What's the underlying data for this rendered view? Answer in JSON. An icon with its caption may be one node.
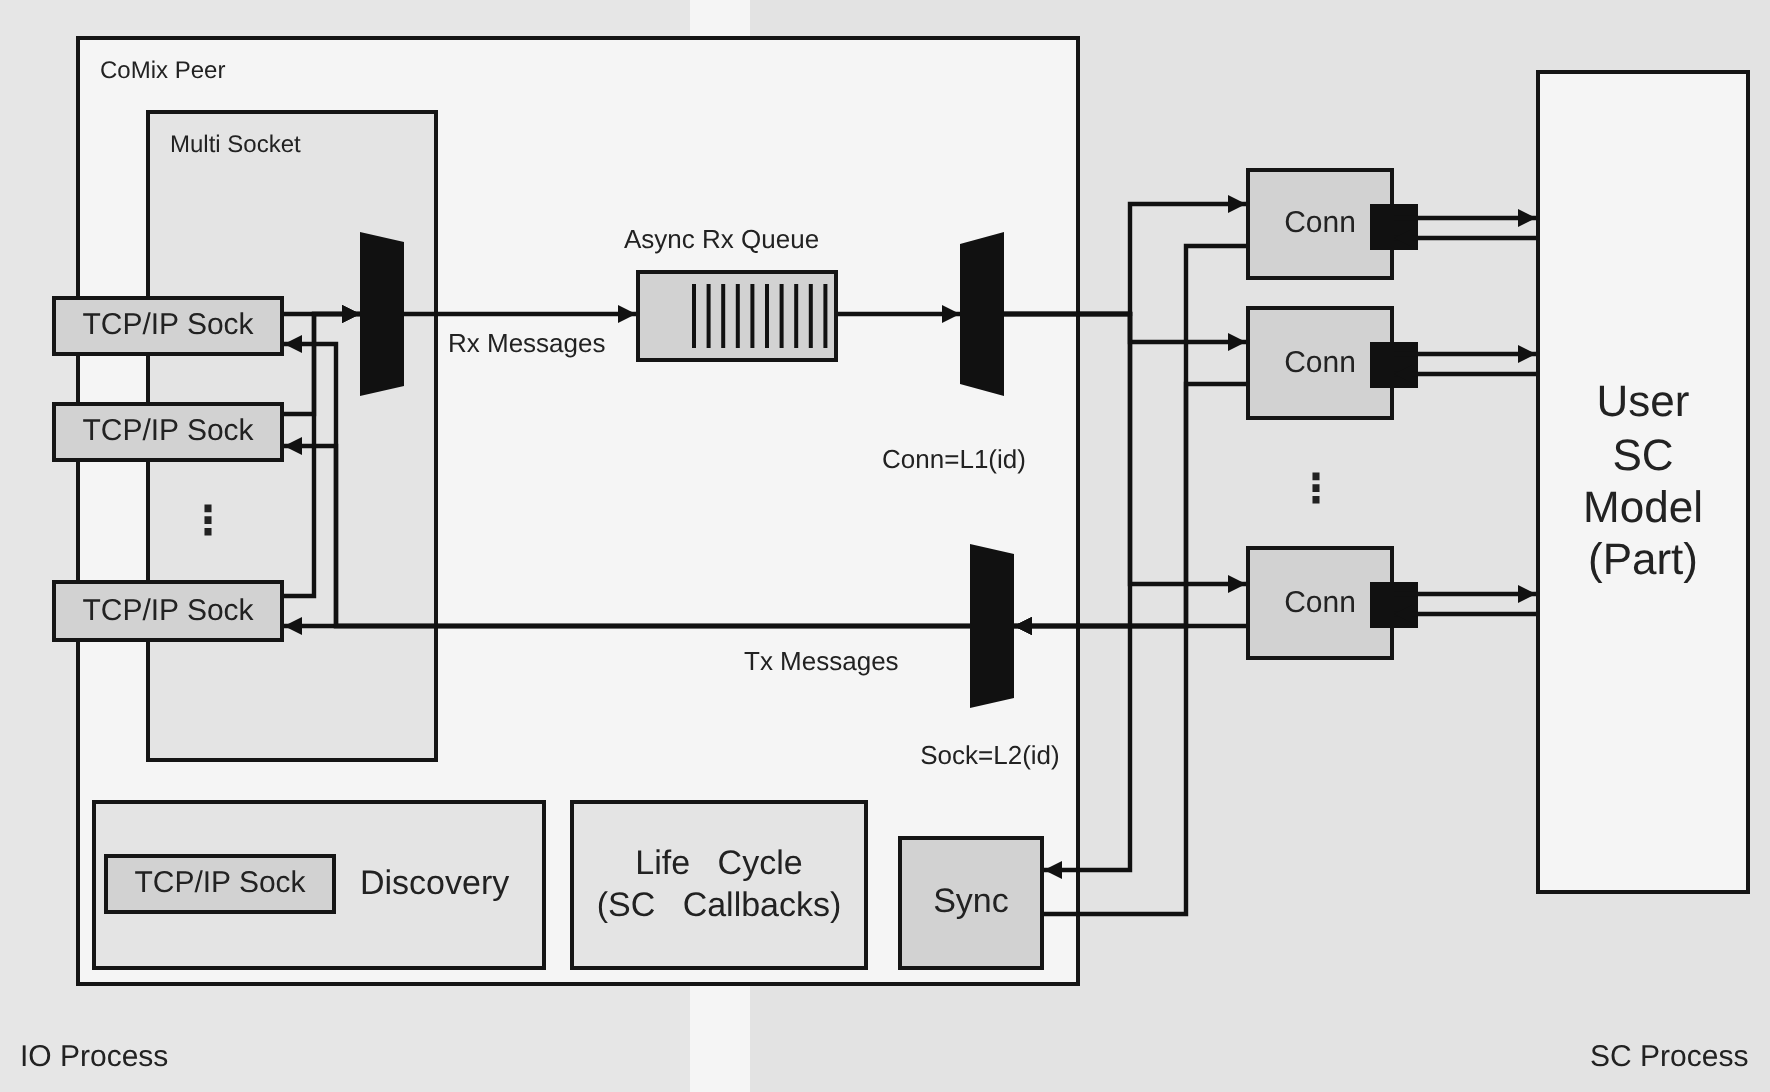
{
  "diagram": {
    "nodes": [
      {
        "text": [
          "CoMix Peer"
        ]
      },
      {
        "text": [
          "Multi Socket"
        ],
        "in": 0
      },
      {
        "text": [
          "TCP/IP Sock"
        ]
      },
      {
        "text": [
          "TCP/IP Sock"
        ]
      },
      {
        "text": [
          "TCP/IP Sock"
        ]
      },
      {
        "text": [],
        "shape": "trapezoid",
        "in": 1
      },
      {
        "text": [
          "Async Rx Queue"
        ],
        "in": 0
      },
      {
        "text": [],
        "shape": "trapezoid",
        "in": 0,
        "beside": [
          "Conn=L1(id)"
        ]
      },
      {
        "text": [],
        "shape": "trapezoid",
        "in": 0,
        "beside": [
          "Sock=L2(id)"
        ]
      },
      {
        "text": [
          "Discovery"
        ],
        "in": 0
      },
      {
        "text": [
          "TCP/IP Sock"
        ],
        "in": 9
      },
      {
        "text": [
          "Life Cycle (SC Callbacks)"
        ],
        "in": 0
      },
      {
        "text": [
          "Sync"
        ],
        "in": 0
      },
      {
        "text": [
          "Conn"
        ]
      },
      {
        "text": [
          "Conn"
        ]
      },
      {
        "text": [
          "Conn"
        ]
      },
      {
        "text": [
          "User SC Model (Part)"
        ]
      }
    ],
    "edges": [
      {
        "from": 2,
        "to": 5,
        "arrow": "to"
      },
      {
        "from": 3,
        "to": 5,
        "arrow": "to"
      },
      {
        "from": 4,
        "to": 5,
        "arrow": "to"
      },
      {
        "from": 5,
        "to": 6,
        "arrow": "to",
        "label": "Rx Messages"
      },
      {
        "from": 6,
        "to": 7,
        "arrow": "to"
      },
      {
        "from": 7,
        "to": 13,
        "arrow": "to"
      },
      {
        "from": 7,
        "to": 14,
        "arrow": "to"
      },
      {
        "from": 7,
        "to": 15,
        "arrow": "to"
      },
      {
        "from": 7,
        "to": 12,
        "arrow": "to"
      },
      {
        "from": 13,
        "to": 16,
        "arrow": "to"
      },
      {
        "from": 16,
        "to": 13,
        "arrow": "to"
      },
      {
        "from": 14,
        "to": 16,
        "arrow": "to"
      },
      {
        "from": 16,
        "to": 14,
        "arrow": "to"
      },
      {
        "from": 15,
        "to": 16,
        "arrow": "to"
      },
      {
        "from": 16,
        "to": 15,
        "arrow": "to"
      },
      {
        "from": 13,
        "to": 8,
        "arrow": "to"
      },
      {
        "from": 14,
        "to": 8,
        "arrow": "to"
      },
      {
        "from": 15,
        "to": 8,
        "arrow": "to"
      },
      {
        "from": 12,
        "to": 8,
        "arrow": "to"
      },
      {
        "from": 8,
        "to": 4,
        "arrow": "to",
        "label": "Tx Messages"
      },
      {
        "from": 8,
        "to": 3,
        "arrow": "to"
      },
      {
        "from": 8,
        "to": 2,
        "arrow": "to"
      }
    ],
    "labels": [
      "⋮",
      "⋮",
      "IO  Process",
      "SC Process"
    ]
  }
}
